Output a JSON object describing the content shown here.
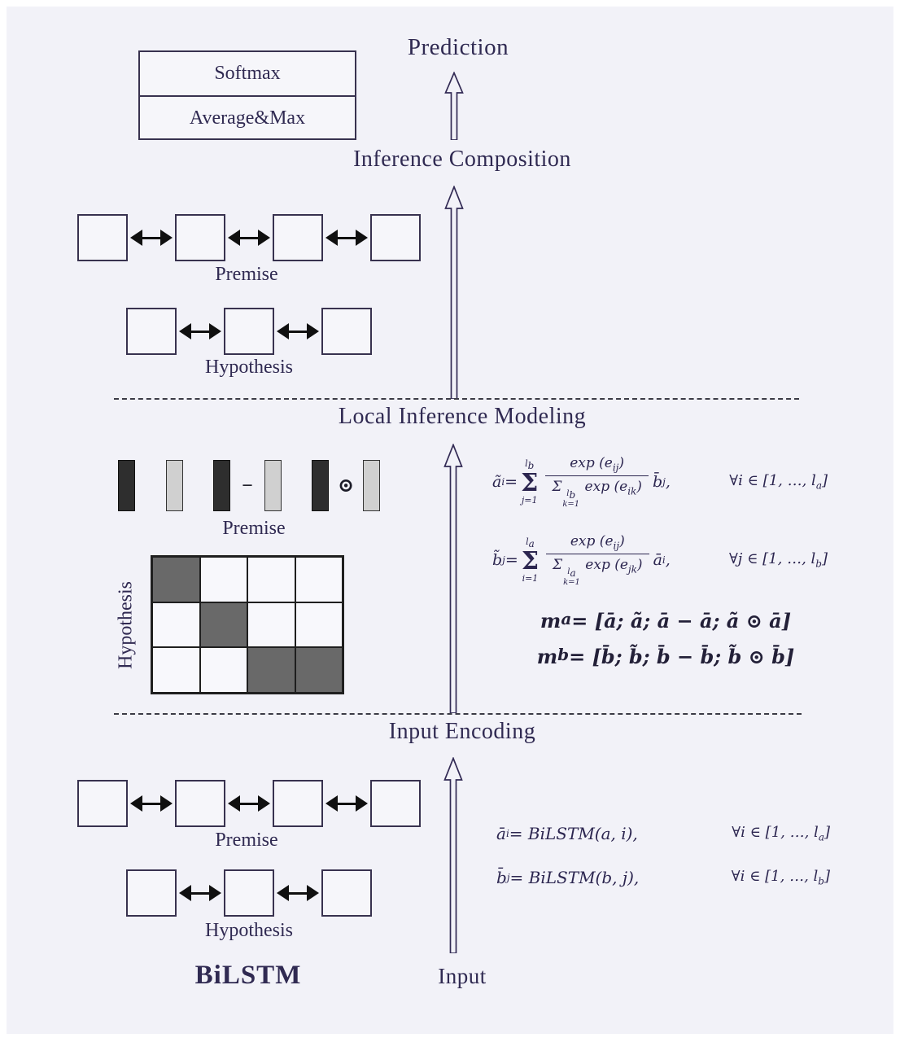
{
  "palette": {
    "canvas_bg": "#f2f2f8",
    "frame_bg": "#ffffff",
    "ink": "#302a52",
    "arrow_outline": "#332b55",
    "solid_arrow": "#101010",
    "box_border": "#38324f",
    "dark_bar": "#2e2e2e",
    "light_bar": "#d0d0d0",
    "matrix_shaded": "#696969",
    "matrix_border": "#1f1f1f"
  },
  "prediction_label": "Prediction",
  "classifier": {
    "softmax": "Softmax",
    "average_max": "Average&Max"
  },
  "sections": {
    "inference_composition": {
      "title": "Inference Composition",
      "premise_label": "Premise",
      "hypothesis_label": "Hypothesis",
      "premise_units": 4,
      "hypothesis_units": 3
    },
    "local_inference": {
      "title": "Local Inference Modeling",
      "premise_label": "Premise",
      "hypothesis_label": "Hypothesis",
      "bar_groups": [
        {
          "op": ""
        },
        {
          "op": "−"
        },
        {
          "op": "⊙"
        }
      ],
      "matrix": {
        "rows": 3,
        "cols": 4,
        "shaded": [
          [
            0,
            0
          ],
          [
            1,
            1
          ],
          [
            2,
            2
          ],
          [
            2,
            3
          ]
        ]
      }
    },
    "input_encoding": {
      "title": "Input Encoding",
      "premise_label": "Premise",
      "hypothesis_label": "Hypothesis",
      "premise_units": 4,
      "hypothesis_units": 3
    }
  },
  "bilstm_label": "BiLSTM",
  "input_label": "Input",
  "formulas": {
    "attn_a": {
      "main": [
        "ã",
        [
          "sub",
          [
            "i"
          ]
        ],
        " = ",
        [
          "sigma",
          "Σ",
          [
            "l",
            [
              "sub",
              [
                "b"
              ]
            ]
          ],
          [
            "j=1"
          ]
        ],
        [
          "frac",
          [
            "exp (e",
            [
              "sub",
              [
                "ij"
              ]
            ],
            ")"
          ],
          [
            "Σ",
            [
              "stack",
              [
                "l",
                [
                  "sub",
                  [
                    "b"
                  ]
                ]
              ],
              [
                "k=1"
              ]
            ],
            " exp (e",
            [
              "sub",
              [
                "ik"
              ]
            ],
            ")"
          ]
        ],
        "b̄",
        [
          "sub",
          [
            "j"
          ]
        ],
        ","
      ],
      "quant": [
        "∀i ∈ [1, …, l",
        [
          "sub",
          [
            "a"
          ]
        ],
        "]"
      ]
    },
    "attn_b": {
      "main": [
        "b̃",
        [
          "sub",
          [
            "j"
          ]
        ],
        " = ",
        [
          "sigma",
          "Σ",
          [
            "l",
            [
              "sub",
              [
                "a"
              ]
            ]
          ],
          [
            "i=1"
          ]
        ],
        [
          "frac",
          [
            "exp (e",
            [
              "sub",
              [
                "ij"
              ]
            ],
            ")"
          ],
          [
            "Σ",
            [
              "stack",
              [
                "l",
                [
                  "sub",
                  [
                    "a"
                  ]
                ]
              ],
              [
                "k=1"
              ]
            ],
            " exp (e",
            [
              "sub",
              [
                "jk"
              ]
            ],
            ")"
          ]
        ],
        "ā",
        [
          "sub",
          [
            "i"
          ]
        ],
        ","
      ],
      "quant": [
        "∀j ∈ [1, …, l",
        [
          "sub",
          [
            "b"
          ]
        ],
        "]"
      ]
    },
    "m_a": {
      "main": [
        "m",
        [
          "sub",
          [
            "a"
          ]
        ],
        " = [ā;  ã;  ā − ā;  ã ⊙ ā]"
      ]
    },
    "m_b": {
      "main": [
        "m",
        [
          "sub",
          [
            "b"
          ]
        ],
        " = [b̄;  b̃;  b̄ − b̄;  b̃ ⊙ b̄]"
      ]
    },
    "enc_a": {
      "main": [
        "ā",
        [
          "sub",
          [
            "i"
          ]
        ],
        " = BiLSTM(a, i),"
      ],
      "quant": [
        "∀i ∈ [1, …, l",
        [
          "sub",
          [
            "a"
          ]
        ],
        "]"
      ]
    },
    "enc_b": {
      "main": [
        "b̄",
        [
          "sub",
          [
            "j"
          ]
        ],
        " = BiLSTM(b, j),"
      ],
      "quant": [
        "∀i ∈ [1, …, l",
        [
          "sub",
          [
            "b"
          ]
        ],
        "]"
      ]
    }
  }
}
